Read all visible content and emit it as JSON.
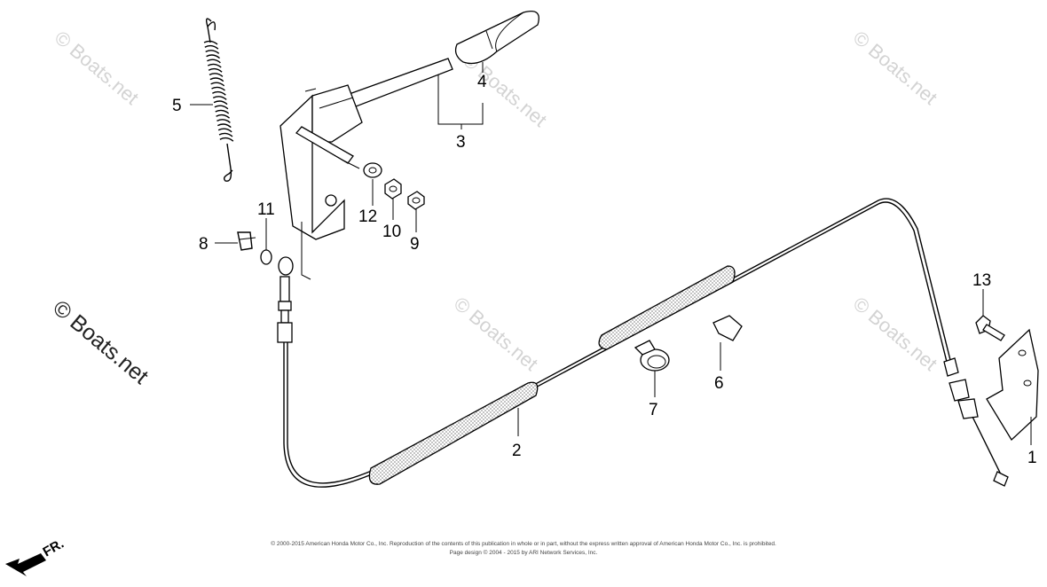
{
  "diagram": {
    "callouts": [
      {
        "id": "1",
        "label": "1"
      },
      {
        "id": "2",
        "label": "2"
      },
      {
        "id": "3",
        "label": "3"
      },
      {
        "id": "4",
        "label": "4"
      },
      {
        "id": "5",
        "label": "5"
      },
      {
        "id": "6",
        "label": "6"
      },
      {
        "id": "7",
        "label": "7"
      },
      {
        "id": "8",
        "label": "8"
      },
      {
        "id": "9",
        "label": "9"
      },
      {
        "id": "10",
        "label": "10"
      },
      {
        "id": "11",
        "label": "11"
      },
      {
        "id": "12",
        "label": "12"
      },
      {
        "id": "13",
        "label": "13"
      }
    ],
    "direction_label": "FR.",
    "watermark": "© Boats.net",
    "copyright_line1": "© 2000-2015 American Honda Motor Co., Inc. Reproduction of the contents of this publication in whole or in part, without the express written approval of American Honda Motor Co., Inc. is prohibited.",
    "copyright_line2": "Page design © 2004 - 2015 by ARI Network Services, Inc."
  }
}
